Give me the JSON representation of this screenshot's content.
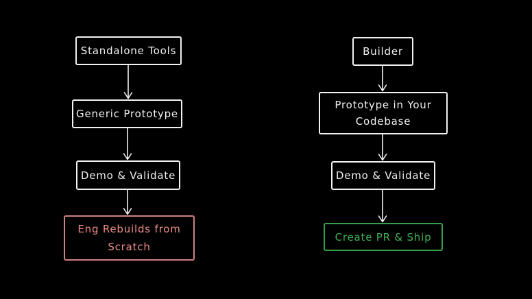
{
  "flowchart": {
    "colors": {
      "bg": "#000000",
      "stroke": "#f2f2f2",
      "danger_text": "#ef8e89",
      "danger_border": "#cf8380",
      "success_text": "#41b257",
      "success_border": "#35a047"
    },
    "left_column": {
      "nodes": [
        {
          "id": "standalone-tools",
          "variant": "default",
          "lines": [
            "Standalone Tools"
          ]
        },
        {
          "id": "generic-prototype",
          "variant": "default",
          "lines": [
            "Generic Prototype"
          ]
        },
        {
          "id": "demo-validate",
          "variant": "default",
          "lines": [
            "Demo & Validate"
          ]
        },
        {
          "id": "eng-rebuilds-from-scratch",
          "variant": "danger",
          "lines": [
            "Eng Rebuilds from",
            "Scratch"
          ]
        }
      ],
      "edges": [
        {
          "from": "standalone-tools",
          "to": "generic-prototype"
        },
        {
          "from": "generic-prototype",
          "to": "demo-validate"
        },
        {
          "from": "demo-validate",
          "to": "eng-rebuilds-from-scratch"
        }
      ]
    },
    "right_column": {
      "nodes": [
        {
          "id": "builder",
          "variant": "default",
          "lines": [
            "Builder"
          ]
        },
        {
          "id": "prototype-in-your-codebase",
          "variant": "default",
          "lines": [
            "Prototype in Your",
            "Codebase"
          ]
        },
        {
          "id": "demo-validate",
          "variant": "default",
          "lines": [
            "Demo & Validate"
          ]
        },
        {
          "id": "create-pr-and-ship",
          "variant": "success",
          "lines": [
            "Create PR & Ship"
          ]
        }
      ],
      "edges": [
        {
          "from": "builder",
          "to": "prototype-in-your-codebase"
        },
        {
          "from": "prototype-in-your-codebase",
          "to": "demo-validate"
        },
        {
          "from": "demo-validate",
          "to": "create-pr-and-ship"
        }
      ]
    }
  }
}
